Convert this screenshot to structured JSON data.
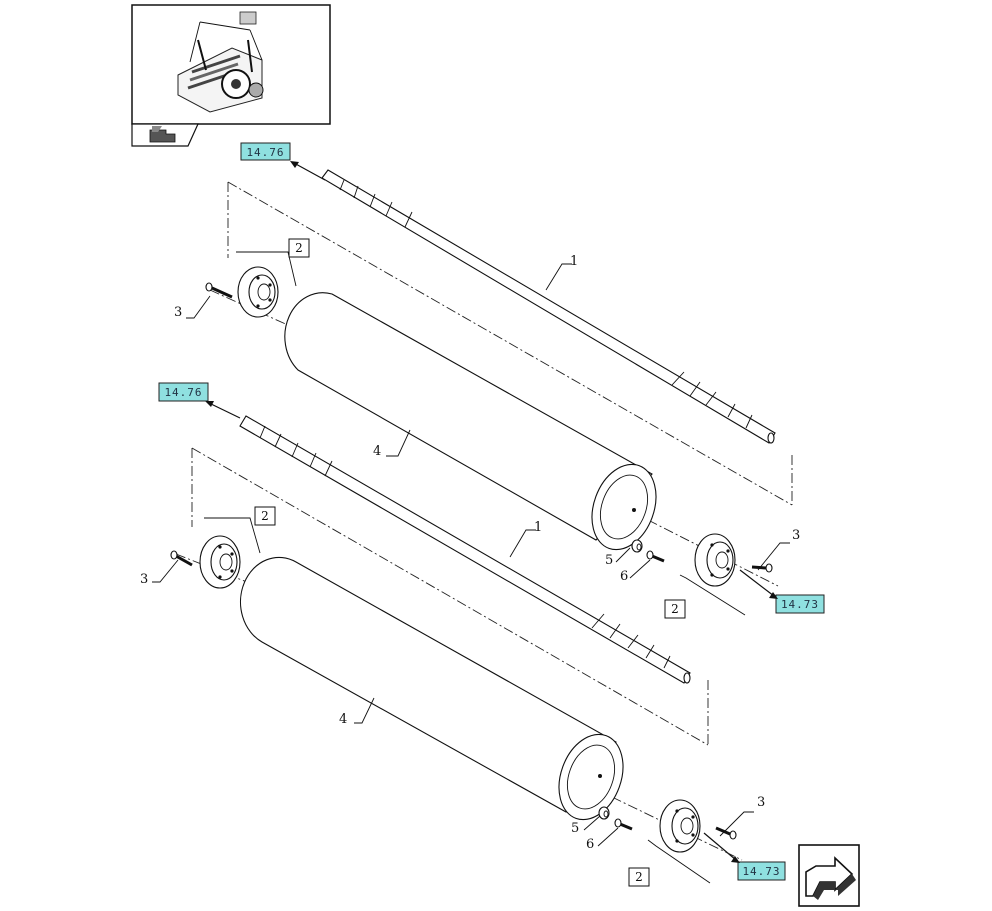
{
  "callouts": {
    "shaft": "1",
    "flange": "2",
    "screw": "3",
    "roller": "4",
    "insert": "5",
    "bolt": "6"
  },
  "refs": {
    "upper_left": "14.76",
    "middle_left": "14.76",
    "upper_right": "14.73",
    "lower_right": "14.73"
  },
  "icons": {
    "thumbnail": "machine-overview-icon",
    "nav_small": "previous-page-icon",
    "nav_large": "next-page-arrow-icon"
  }
}
